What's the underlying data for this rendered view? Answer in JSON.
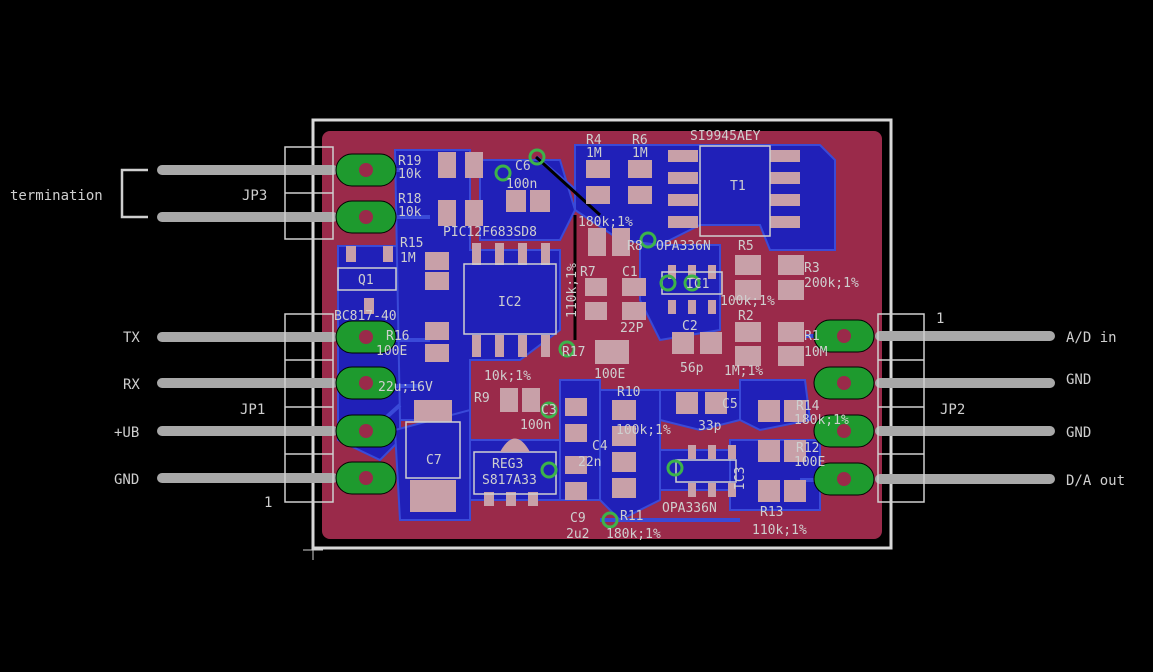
{
  "colors": {
    "background": "#000000",
    "board_top": "#9a2a4a",
    "copper_bottom": "#2020b8",
    "pad_smd": "#c8a0a8",
    "via_ring": "#3cb34a",
    "silkscreen": "#cfcfcf",
    "pin_lead": "#a8a8a8"
  },
  "icons": {
    "pad": "smd-pad-rect",
    "via": "via-ring-circle",
    "through_hole": "through-hole-oval"
  },
  "external_labels": {
    "termination": "termination",
    "tx": "TX",
    "rx": "RX",
    "ub": "+UB",
    "gnd": "GND",
    "ad_in": "A/D in",
    "gnd_right_1": "GND",
    "gnd_right_2": "GND",
    "da_out": "D/A out",
    "jp1_pin1": "1",
    "jp2_pin1": "1"
  },
  "connectors": {
    "jp3": "JP3",
    "jp1": "JP1",
    "jp2": "JP2"
  },
  "components": {
    "r19": "R19",
    "r19_val": "10k",
    "r18": "R18",
    "r18_val": "10k",
    "r15": "R15",
    "r15_val": "1M",
    "q1": "Q1",
    "q1_val": "BC817-40",
    "r16": "R16",
    "r16_val": "100E",
    "c7_val": "22u;16V",
    "c7": "C7",
    "c6": "C6",
    "c6_val": "100n",
    "ic2_val": "PIC12F683SD8",
    "ic2": "IC2",
    "r4": "R4",
    "r4_val": "1M",
    "r6": "R6",
    "r6_val": "1M",
    "t1_val": "SI9945AEY",
    "t1": "T1",
    "r8_val": "180k;1%",
    "r8": "R8",
    "ic1_val": "OPA336N",
    "ic1": "IC1",
    "r5": "R5",
    "r3": "R3",
    "r3_val": "200k;1%",
    "r7": "R7",
    "r7_val": "110k;1%",
    "c1": "C1",
    "c1_val": "22P",
    "r2": "R2",
    "r2_val": "100k;1%",
    "c2": "C2",
    "c2_val": "56p",
    "r1": "R1",
    "r1_val": "10M",
    "r2b_val": "1M;1%",
    "r17": "R17",
    "r17_val": "100E",
    "r9": "R9",
    "r9_val": "10k;1%",
    "c3": "C3",
    "c3_val": "100n",
    "r10": "R10",
    "r10_val": "100k;1%",
    "c5": "C5",
    "c5_val": "33p",
    "r14": "R14",
    "r14_val": "180k;1%",
    "reg3": "REG3",
    "reg3_val": "S817A33",
    "c4": "C4",
    "c4_val": "22n",
    "ic3": "IC3",
    "r12": "R12",
    "r12_val": "100E",
    "r11": "R11",
    "r11_val": "180k;1%",
    "ic3_val": "OPA336N",
    "r13": "R13",
    "r13_val": "110k;1%",
    "c9": "C9",
    "c9_val": "2u2"
  }
}
